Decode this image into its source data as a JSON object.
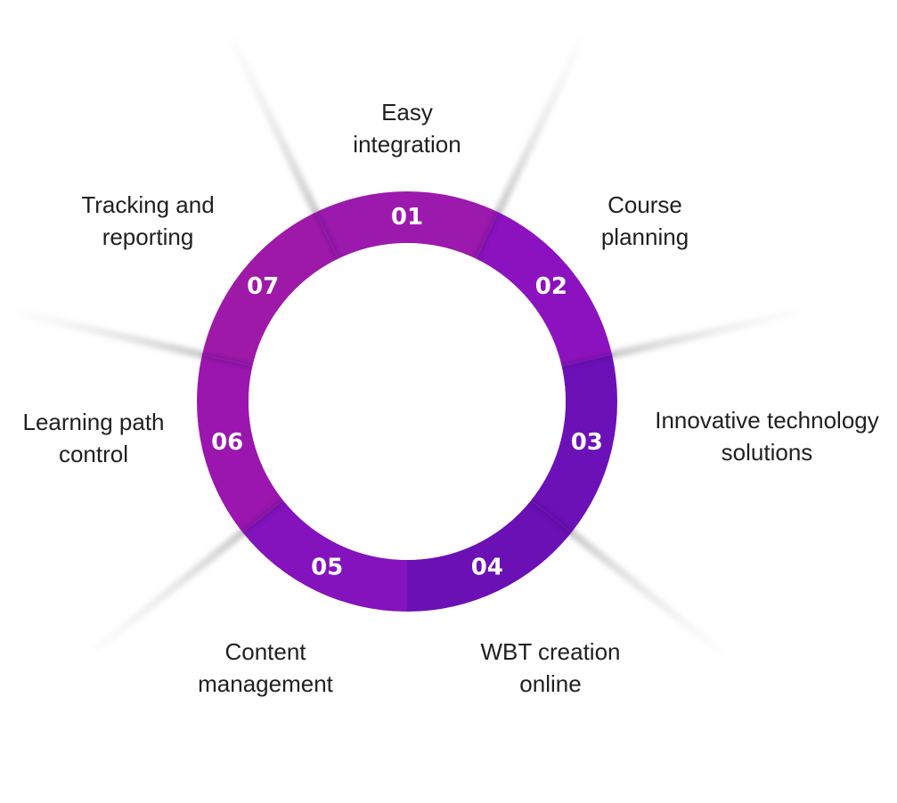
{
  "items": [
    {
      "number": "01",
      "line1": "Easy",
      "line2": "integration"
    },
    {
      "number": "02",
      "line1": "Course",
      "line2": "planning"
    },
    {
      "number": "03",
      "line1": "Innovative technology",
      "line2": "solutions"
    },
    {
      "number": "04",
      "line1": "WBT creation",
      "line2": "online"
    },
    {
      "number": "05",
      "line1": "Content",
      "line2": "management"
    },
    {
      "number": "06",
      "line1": "Learning path",
      "line2": "control"
    },
    {
      "number": "07",
      "line1": "Tracking and",
      "line2": "reporting"
    }
  ],
  "colors": {
    "ring_light": "#9b1ab0",
    "ring_mid": "#8a12c2",
    "ring_dark": "#5a0fae",
    "text": "#1f1f1f",
    "number_text": "#ffffff"
  }
}
